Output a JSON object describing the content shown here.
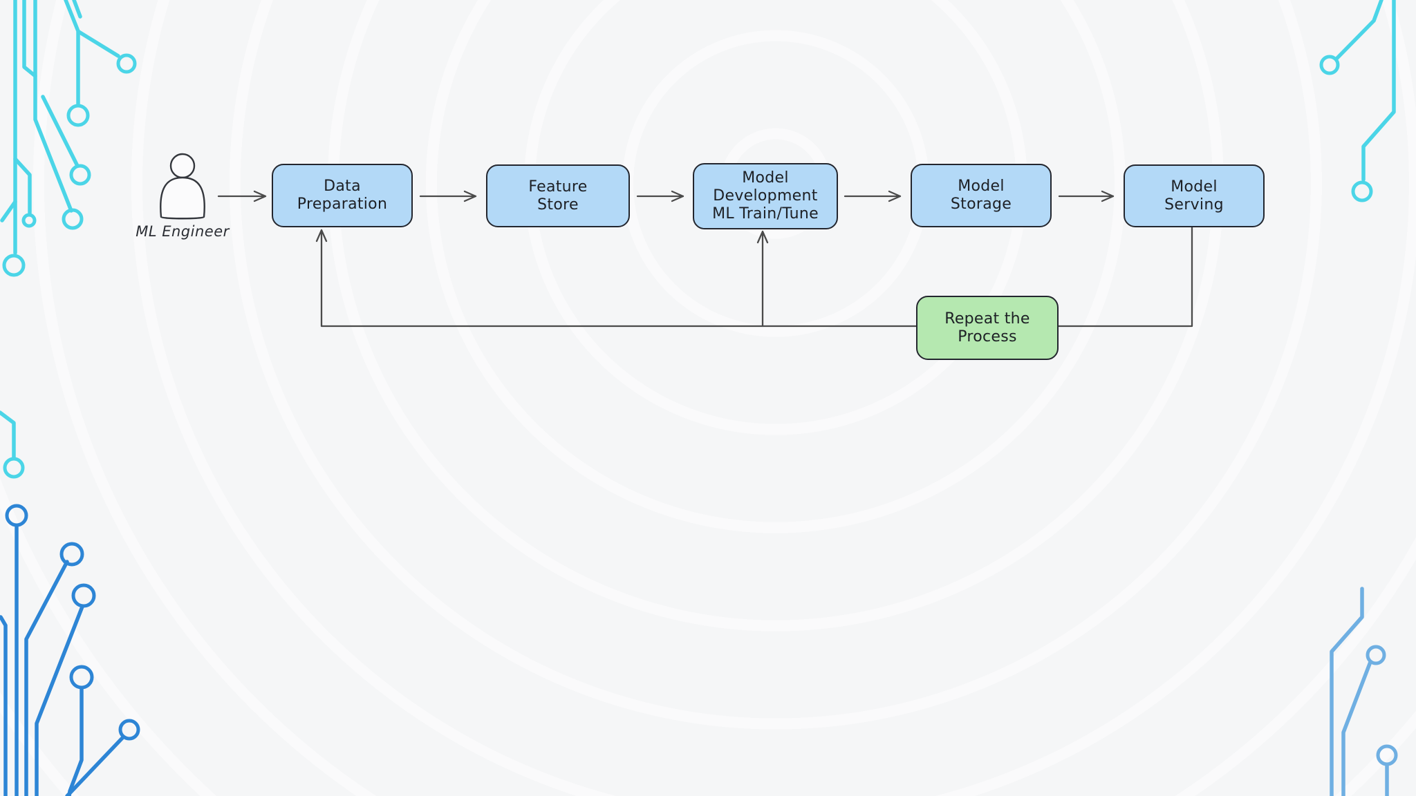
{
  "actor": {
    "label": "ML Engineer"
  },
  "nodes": [
    {
      "id": "data-preparation",
      "label": "Data\nPreparation"
    },
    {
      "id": "feature-store",
      "label": "Feature\nStore"
    },
    {
      "id": "model-development",
      "label": "Model\nDevelopment\nML Train/Tune"
    },
    {
      "id": "model-storage",
      "label": "Model\nStorage"
    },
    {
      "id": "model-serving",
      "label": "Model\nServing"
    }
  ],
  "loop": {
    "label": "Repeat the\nProcess"
  },
  "colors": {
    "background": "#f5f6f7",
    "node_fill": "#b3d9f7",
    "node_border": "#23262e",
    "loop_fill": "#b5e8b0",
    "connector": "#4a4a4a",
    "circuit_cyan": "#4bd5e7",
    "circuit_blue": "#2d85d5",
    "circuit_light_blue": "#6fafe2"
  }
}
